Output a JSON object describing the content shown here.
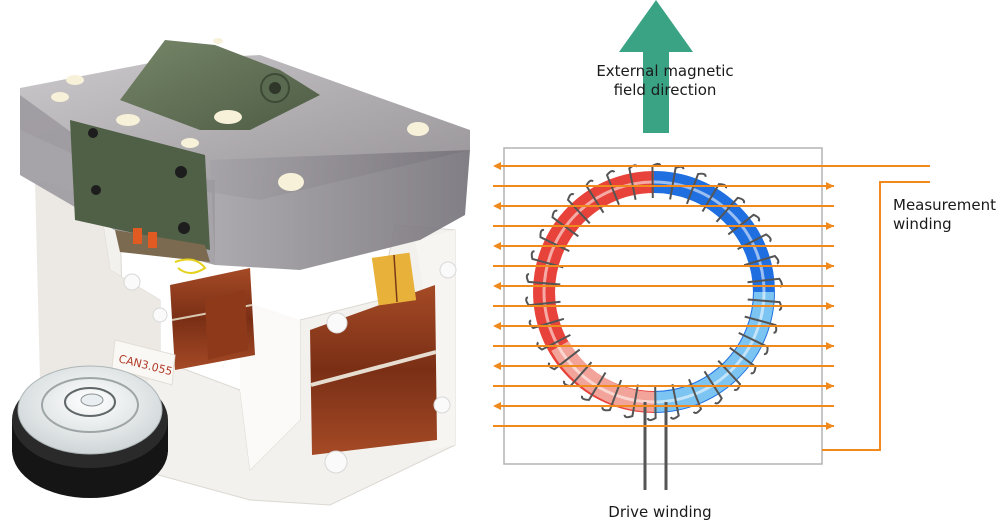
{
  "labels": {
    "external_field": [
      "External magnetic",
      "field direction"
    ],
    "measurement": [
      "Measurement",
      "winding"
    ],
    "drive": "Drive winding"
  },
  "photo": {
    "sticker_text": "CAN3.055"
  },
  "colors": {
    "field_arrow": "#3aa384",
    "measurement_wire": "#f08a1c",
    "frame": "#b3b3b3",
    "drive_wire": "#555555",
    "core_red": "#e8433a",
    "core_blue": "#1f6fe0",
    "core_light_blue": "#7cc4f2",
    "core_light_red": "#f3a49a",
    "copper": "#8a3a1c"
  }
}
